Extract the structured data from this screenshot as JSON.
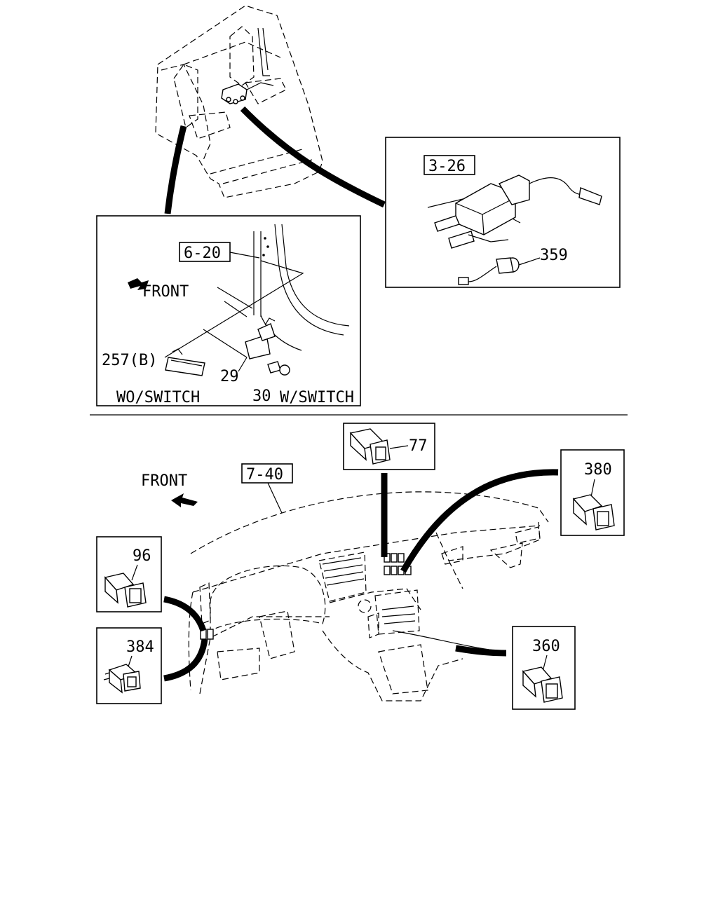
{
  "diagram": {
    "callouts": {
      "c_3_26": "3-26",
      "c_6_20": "6-20",
      "c_7_40": "7-40"
    },
    "labels": {
      "front_upper": "FRONT",
      "front_lower": "FRONT",
      "p359": "359",
      "p257b": "257(B)",
      "p29": "29",
      "p30": "30",
      "wo_switch": "WO/SWITCH",
      "w_switch": "W/SWITCH",
      "p77": "77",
      "p380": "380",
      "p96": "96",
      "p384": "384",
      "p360": "360"
    }
  }
}
